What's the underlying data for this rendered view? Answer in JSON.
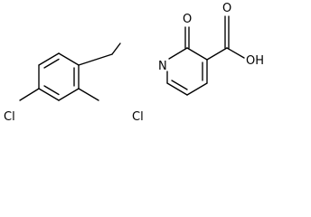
{
  "molecule": {
    "labels": {
      "cl_left": "Cl",
      "cl_right": "Cl",
      "n_atom": "N",
      "o_carbonyl": "O",
      "o_acid": "O",
      "oh_acid": "OH"
    }
  }
}
